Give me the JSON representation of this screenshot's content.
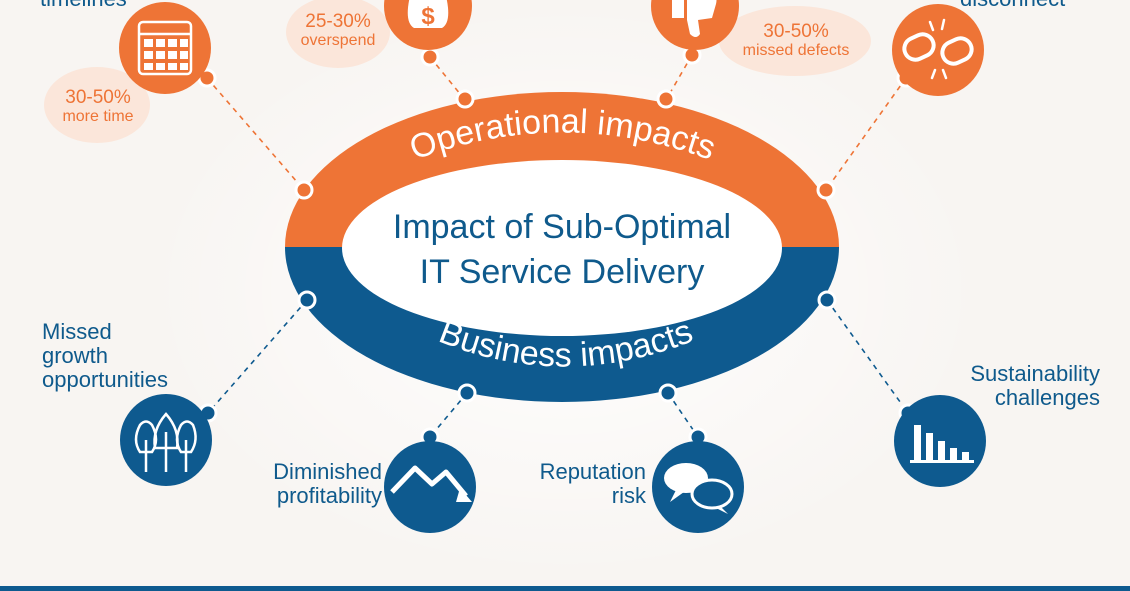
{
  "center": {
    "line1": "Impact of Sub-Optimal",
    "line2": "IT Service Delivery"
  },
  "operational_label": "Operational impacts",
  "business_label": "Business impacts",
  "operational": {
    "timelines": {
      "label": "timelines",
      "stat_value": "30-50%",
      "stat_caption": "more time"
    },
    "overspend": {
      "stat_value": "25-30%",
      "stat_caption": "overspend"
    },
    "defects": {
      "stat_value": "30-50%",
      "stat_caption": "missed defects"
    },
    "disconnect": {
      "label": "disconnect"
    }
  },
  "business": {
    "growth": {
      "line1": "Missed",
      "line2": "growth",
      "line3": "opportunities"
    },
    "profitability": {
      "line1": "Diminished",
      "line2": "profitability"
    },
    "reputation": {
      "line1": "Reputation",
      "line2": "risk"
    },
    "sustainability": {
      "line1": "Sustainability",
      "line2": "challenges"
    }
  },
  "colors": {
    "orange": "#ee7436",
    "blue": "#0e5a8f",
    "background": "#f8f5f2",
    "stat_bubble": "#fbe6da"
  },
  "icons": [
    "calendar-icon",
    "money-bag-icon",
    "thumbs-down-icon",
    "broken-link-icon",
    "trees-icon",
    "chart-down-icon",
    "speech-bubbles-icon",
    "bar-chart-icon"
  ]
}
